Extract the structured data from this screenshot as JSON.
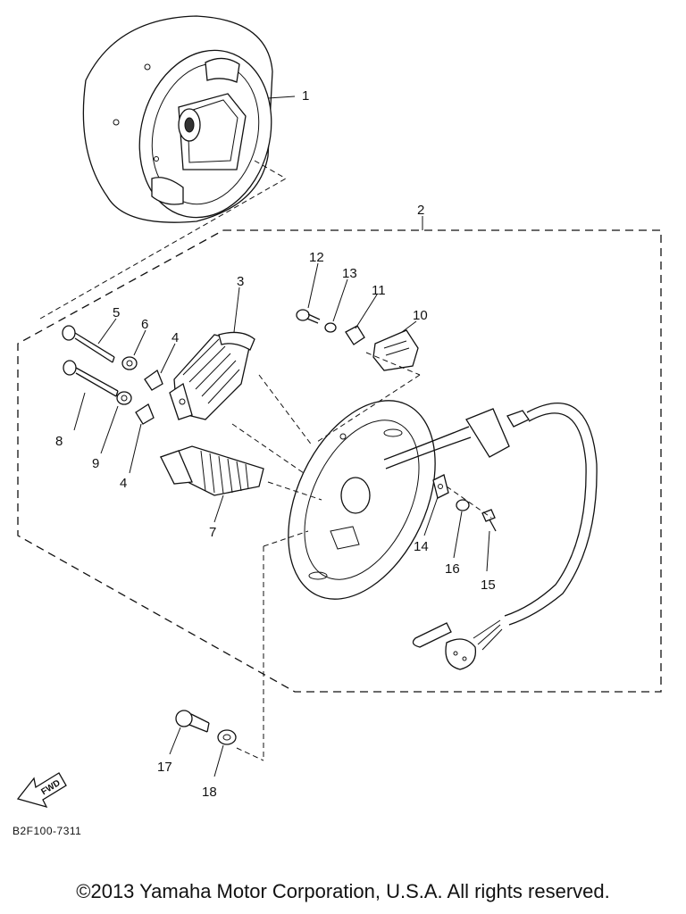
{
  "diagram": {
    "callouts": [
      "1",
      "2",
      "3",
      "4",
      "5",
      "6",
      "4",
      "8",
      "9",
      "7",
      "10",
      "11",
      "12",
      "13",
      "14",
      "15",
      "16",
      "17",
      "18"
    ],
    "forward_label": "FWD",
    "diagram_code": "B2F100-7311",
    "copyright": "©2013 Yamaha Motor Corporation, U.S.A. All rights reserved."
  }
}
